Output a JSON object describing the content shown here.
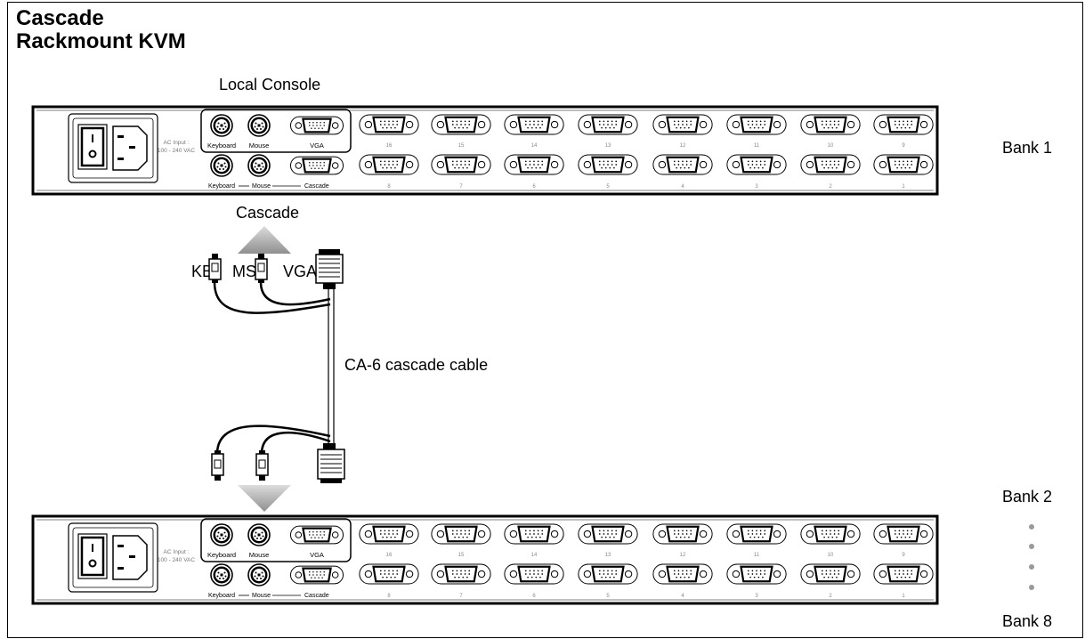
{
  "title_line1": "Cascade",
  "title_line2": "Rackmount KVM",
  "labels": {
    "local_console": "Local Console",
    "cascade": "Cascade",
    "kb": "KB",
    "ms": "MS",
    "vga": "VGA",
    "cable": "CA-6 cascade cable",
    "bank1": "Bank 1",
    "bank2": "Bank 2",
    "bank8": "Bank 8"
  },
  "panel": {
    "ac_input_line1": "AC Input :",
    "ac_input_line2": "100 - 240 VAC",
    "console_keyboard": "Keyboard",
    "console_mouse": "Mouse",
    "console_vga": "VGA",
    "cascade_keyboard": "Keyboard",
    "cascade_mouse": "Mouse",
    "cascade_label": "Cascade",
    "ports_top": [
      "16",
      "15",
      "14",
      "13",
      "12",
      "11",
      "10",
      "9"
    ],
    "ports_bottom": [
      "8",
      "7",
      "6",
      "5",
      "4",
      "3",
      "2",
      "1"
    ]
  }
}
